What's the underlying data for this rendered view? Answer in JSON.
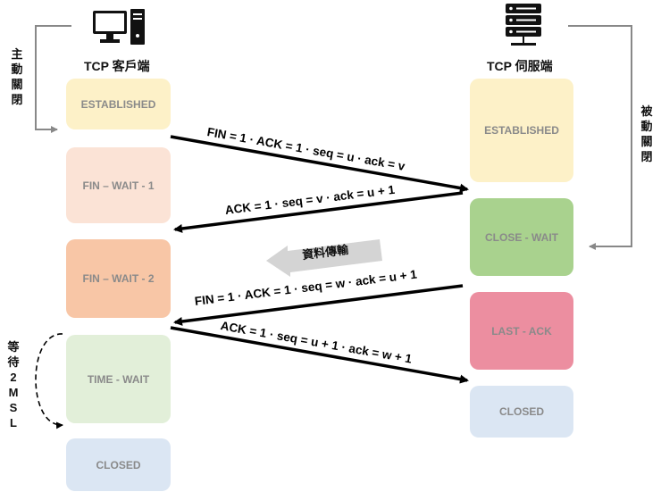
{
  "client": {
    "title": "TCP 客戶端",
    "icon": "desktop-computer-icon",
    "side_label": "主動關閉",
    "states": [
      {
        "label": "ESTABLISHED",
        "color": "#fdf1c8"
      },
      {
        "label": "FIN – WAIT - 1",
        "color": "#fbe3d6"
      },
      {
        "label": "FIN – WAIT - 2",
        "color": "#f8c6a6"
      },
      {
        "label": "TIME - WAIT",
        "color": "#e2efd9"
      },
      {
        "label": "CLOSED",
        "color": "#dbe6f3"
      }
    ],
    "wait_label": "等待2MSL"
  },
  "server": {
    "title": "TCP 伺服端",
    "icon": "server-icon",
    "side_label": "被動關閉",
    "states": [
      {
        "label": "ESTABLISHED",
        "color": "#fdf1c8"
      },
      {
        "label": "CLOSE - WAIT",
        "color": "#a9d28e"
      },
      {
        "label": "LAST - ACK",
        "color": "#ec8ea0"
      },
      {
        "label": "CLOSED",
        "color": "#dbe6f3"
      }
    ]
  },
  "messages": [
    {
      "label": "FIN = 1 · ACK = 1 · seq = u · ack = v",
      "direction": "client-to-server"
    },
    {
      "label": "ACK = 1 · seq = v · ack = u + 1",
      "direction": "server-to-client"
    },
    {
      "label": "FIN = 1 · ACK = 1 · seq = w · ack = u + 1",
      "direction": "server-to-client"
    },
    {
      "label": "ACK = 1 · seq = u + 1 · ack = w + 1",
      "direction": "client-to-server"
    }
  ],
  "transfer_label": "資料傳輸"
}
